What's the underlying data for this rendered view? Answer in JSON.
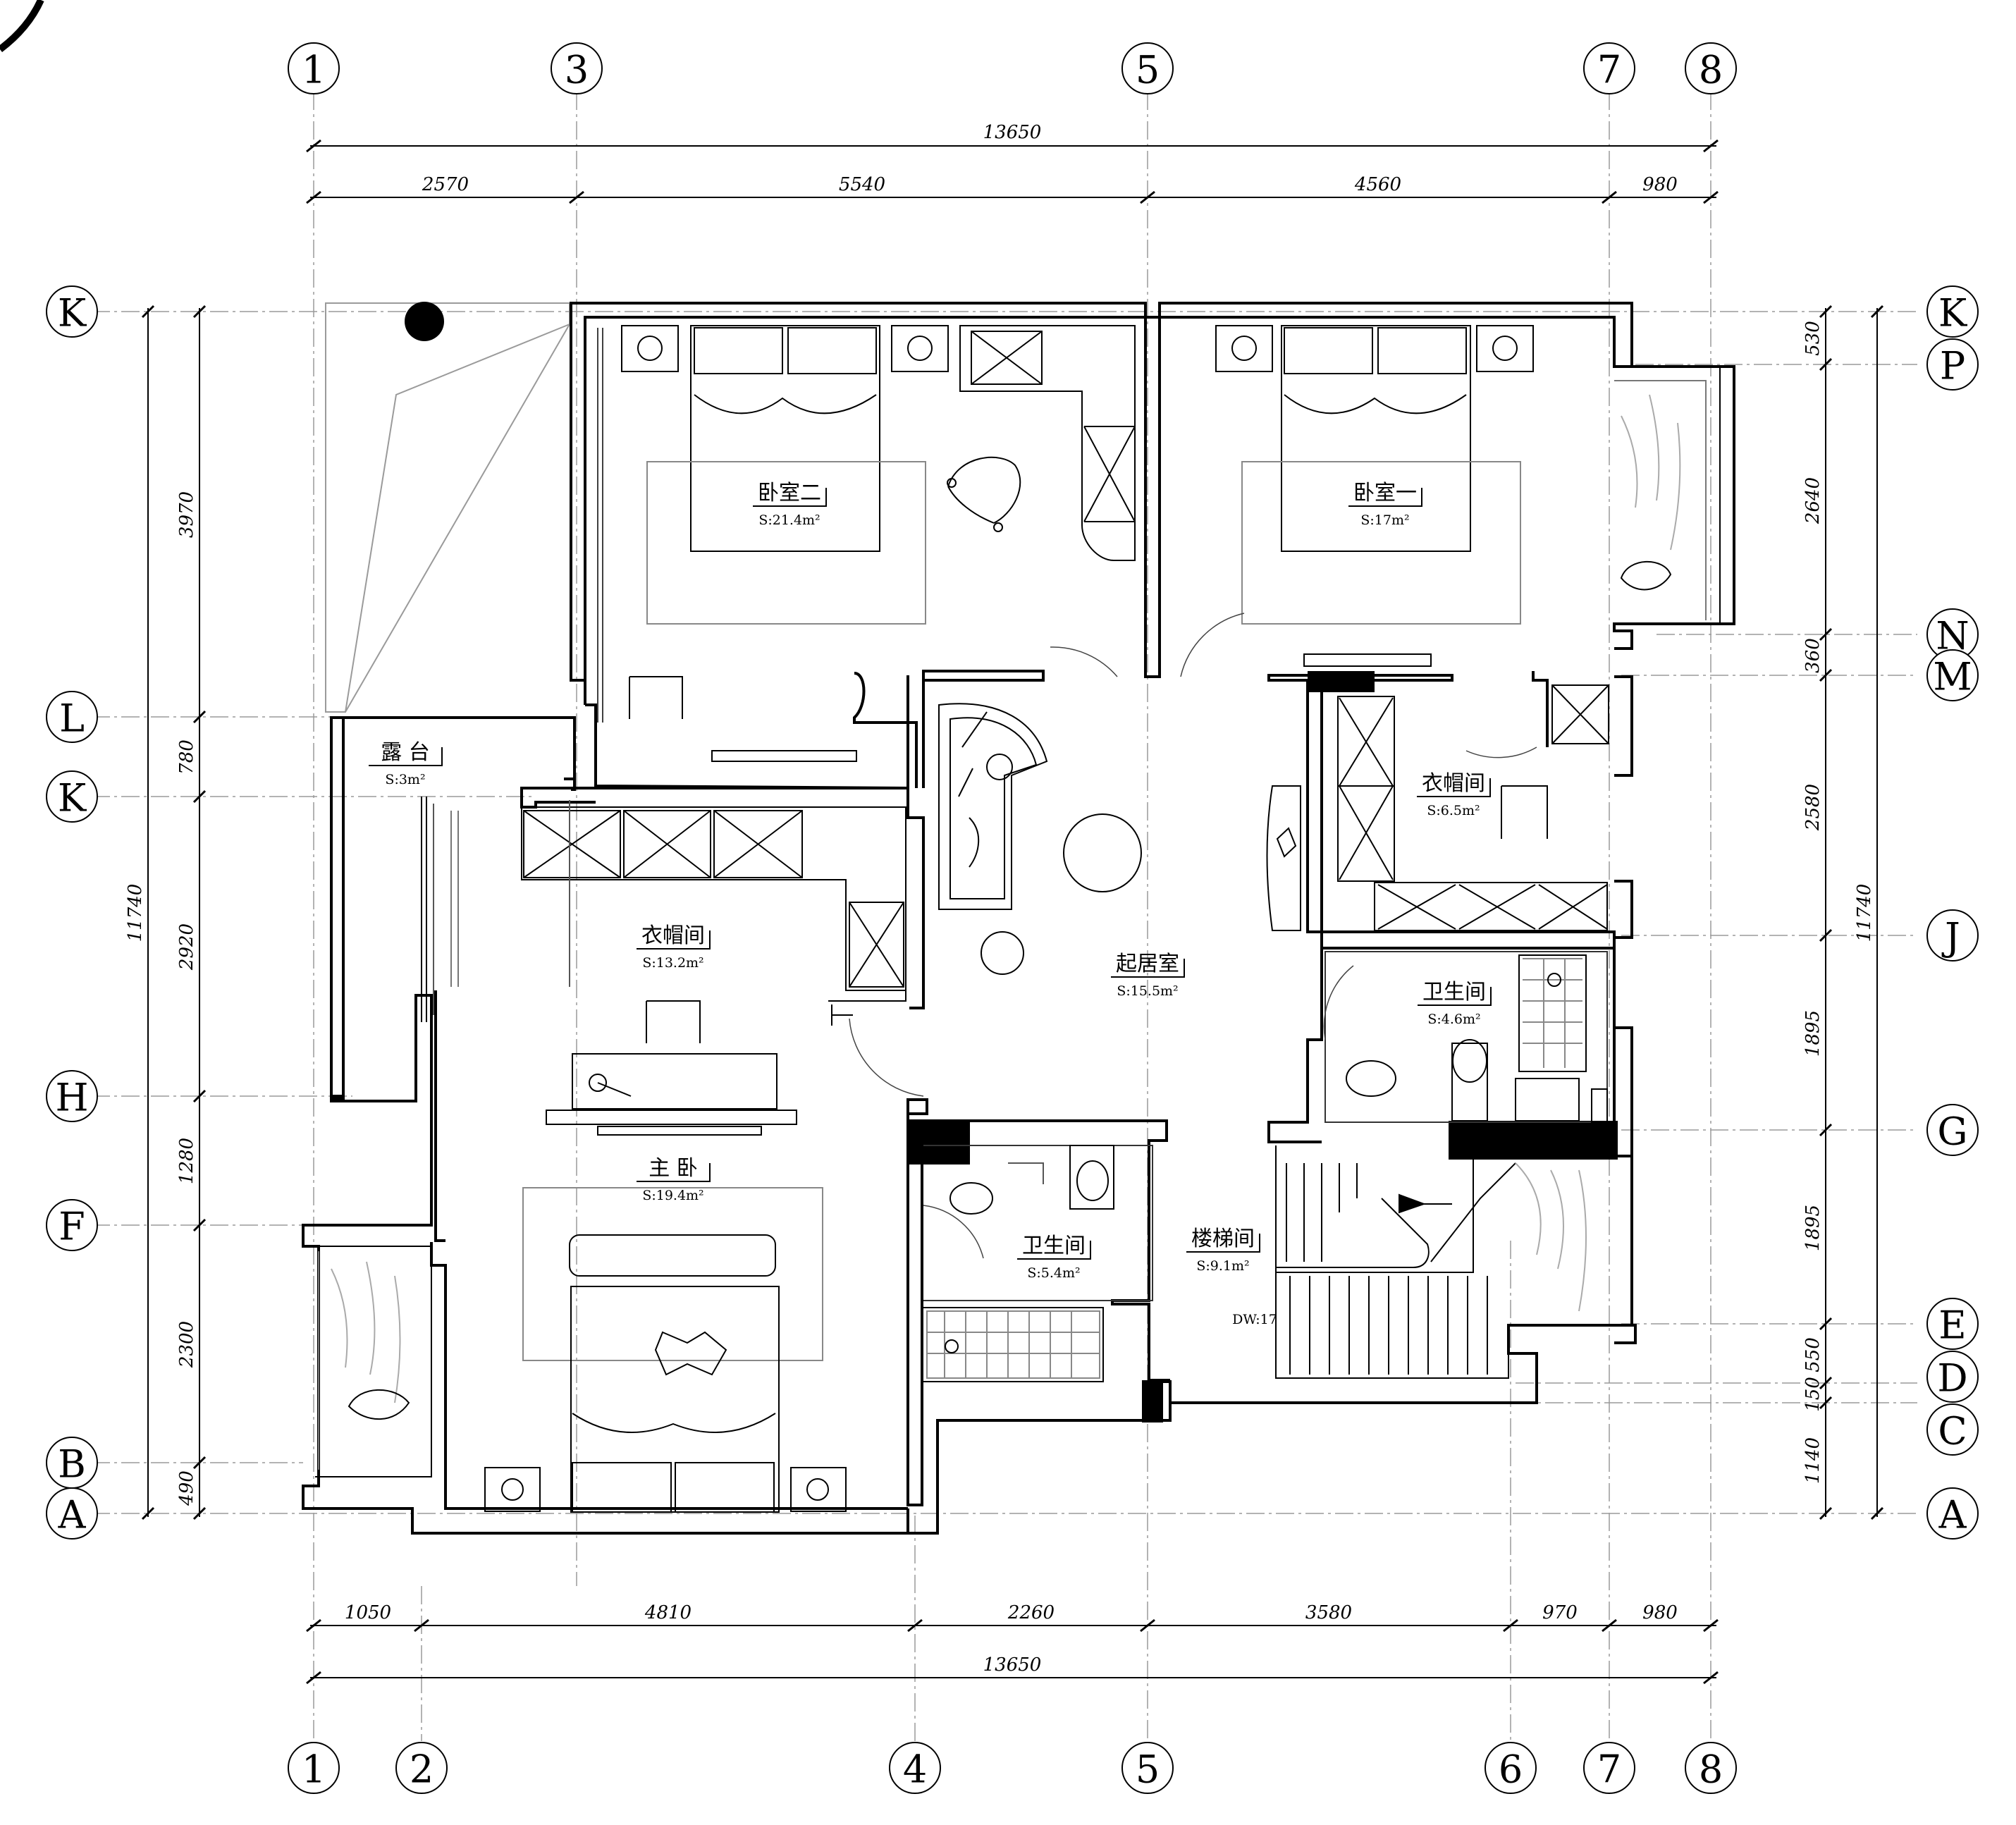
{
  "axes": {
    "top": [
      "1",
      "3",
      "5",
      "7",
      "8"
    ],
    "bottom": [
      "1",
      "2",
      "4",
      "5",
      "6",
      "7",
      "8"
    ],
    "left": [
      "K",
      "L",
      "K",
      "H",
      "F",
      "B",
      "A"
    ],
    "right": [
      "K",
      "P",
      "N",
      "M",
      "J",
      "G",
      "E",
      "D",
      "C",
      "A"
    ]
  },
  "dimensions": {
    "top_total": "13650",
    "top_segments": [
      "2570",
      "5540",
      "4560",
      "980"
    ],
    "bottom_total": "13650",
    "bottom_segments": [
      "1050",
      "4810",
      "2260",
      "3580",
      "970",
      "980"
    ],
    "left_total": "11740",
    "left_segments": [
      "3970",
      "780",
      "2920",
      "1280",
      "2300",
      "490"
    ],
    "right_total": "11740",
    "right_segments": [
      "530",
      "2640",
      "360",
      "2580",
      "1895",
      "1895",
      "550",
      "150",
      "1140"
    ]
  },
  "rooms": [
    {
      "name": "卧室二",
      "area": "S:21.4m²"
    },
    {
      "name": "卧室一",
      "area": "S:17m²"
    },
    {
      "name": "露 台",
      "area": "S:3m²"
    },
    {
      "name": "衣帽间",
      "area": "S:6.5m²"
    },
    {
      "name": "衣帽间",
      "area": "S:13.2m²"
    },
    {
      "name": "起居室",
      "area": "S:15.5m²"
    },
    {
      "name": "卫生间",
      "area": "S:4.6m²"
    },
    {
      "name": "主 卧",
      "area": "S:19.4m²"
    },
    {
      "name": "卫生间",
      "area": "S:5.4m²"
    },
    {
      "name": "楼梯间",
      "area": "S:9.1m²"
    }
  ],
  "notes": {
    "stair": "DW:17"
  }
}
